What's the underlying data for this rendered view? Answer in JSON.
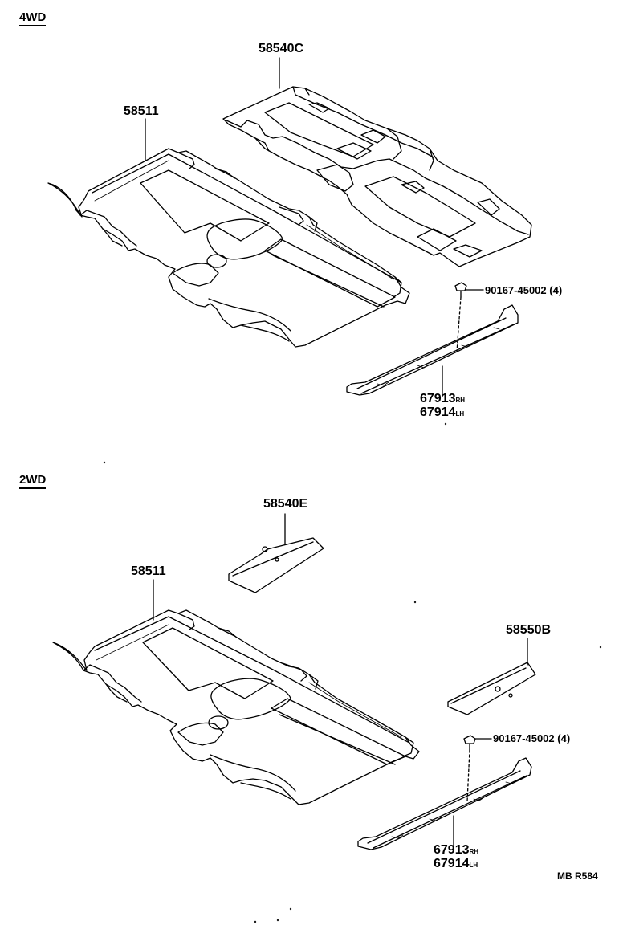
{
  "sections": {
    "top": {
      "title": "4WD",
      "floor_carpet": "58511",
      "rear_carpet": "58540C",
      "bolt": {
        "number": "90167-45002",
        "qty": "(4)"
      },
      "scuff_plate": {
        "rh_number": "67913",
        "rh_side": "RH",
        "lh_number": "67914",
        "lh_side": "LH"
      }
    },
    "bottom": {
      "title": "2WD",
      "floor_carpet": "58511",
      "mat_upper": "58540E",
      "mat_lower": "58550B",
      "bolt": {
        "number": "90167-45002",
        "qty": "(4)"
      },
      "scuff_plate": {
        "rh_number": "67913",
        "rh_side": "RH",
        "lh_number": "67914",
        "lh_side": "LH"
      }
    }
  },
  "footer_code": "MB R584"
}
